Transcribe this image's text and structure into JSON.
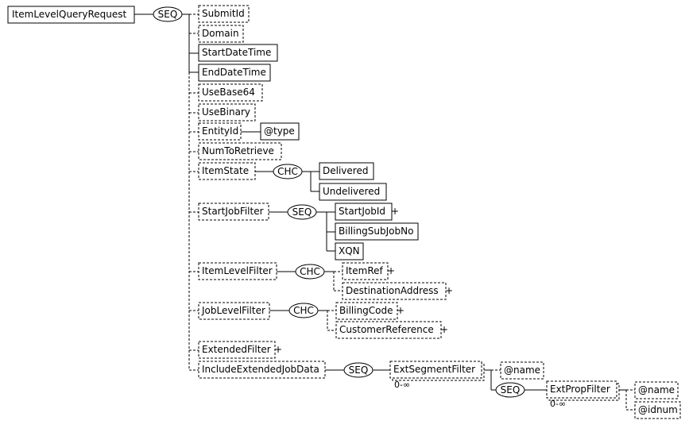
{
  "root": {
    "label": "ItemLevelQueryRequest"
  },
  "compositors": {
    "root_seq": "SEQ",
    "itemstate_chc": "CHC",
    "startjobfilter_seq": "SEQ",
    "itemlevelfilter_chc": "CHC",
    "joblevelfilter_chc": "CHC",
    "includeextended_seq": "SEQ",
    "extsegment_seq": "SEQ"
  },
  "elements": {
    "submit_id": "SubmitId",
    "domain": "Domain",
    "start_date_time": "StartDateTime",
    "end_date_time": "EndDateTime",
    "use_base64": "UseBase64",
    "use_binary": "UseBinary",
    "entity_id": "EntityId",
    "entity_id_type": "@type",
    "num_to_retrieve": "NumToRetrieve",
    "item_state": "ItemState",
    "delivered": "Delivered",
    "undelivered": "Undelivered",
    "start_job_filter": "StartJobFilter",
    "start_job_id": "StartJobId",
    "billing_sub_job_no": "BillingSubJobNo",
    "xqn": "XQN",
    "item_level_filter": "ItemLevelFilter",
    "item_ref": "ItemRef",
    "destination_address": "DestinationAddress",
    "job_level_filter": "JobLevelFilter",
    "billing_code": "BillingCode",
    "customer_reference": "CustomerReference",
    "extended_filter": "ExtendedFilter",
    "include_extended_job_data": "IncludeExtendedJobData",
    "ext_segment_filter": "ExtSegmentFilter",
    "ext_segment_filter_occurs": "0-∞",
    "ext_segment_name": "@name",
    "ext_prop_filter": "ExtPropFilter",
    "ext_prop_filter_occurs": "0-∞",
    "ext_prop_name": "@name",
    "ext_prop_idnum": "@idnum"
  }
}
